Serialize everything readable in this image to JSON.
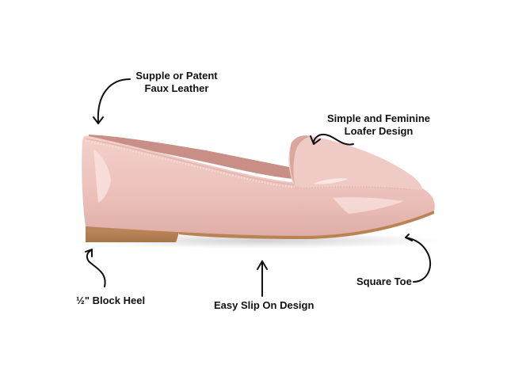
{
  "product": {
    "name": "Pink patent loafer",
    "colors": {
      "upper": "#eec4be",
      "upper_shadow": "#d9a6a0",
      "highlight": "#fbe4e0",
      "lining": "#c98e86",
      "sole": "#b98356",
      "sole_edge": "#c8946a",
      "arrow": "#111111",
      "text": "#111111",
      "background": "#ffffff"
    }
  },
  "callouts": [
    {
      "id": "material",
      "line1": "Supple or Patent",
      "line2": "Faux Leather"
    },
    {
      "id": "design",
      "line1": "Simple and Feminine",
      "line2": "Loafer Design"
    },
    {
      "id": "heel",
      "line1": "½\" Block Heel"
    },
    {
      "id": "slip",
      "line1": "Easy Slip On Design"
    },
    {
      "id": "toe",
      "line1": "Square Toe"
    }
  ]
}
